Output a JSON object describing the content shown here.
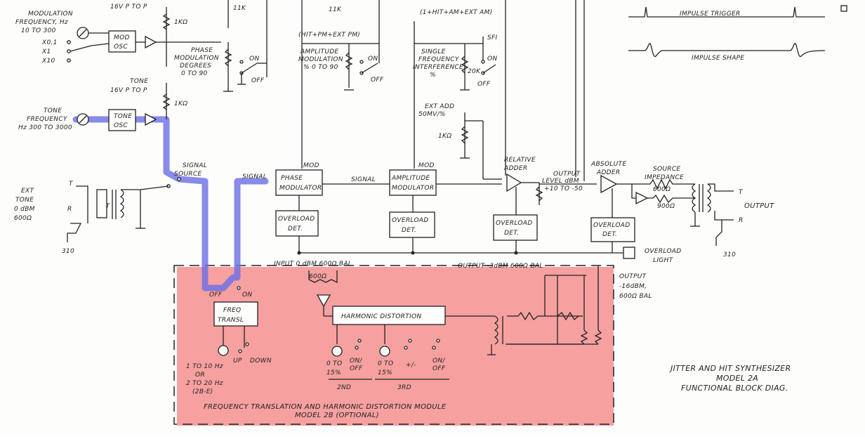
{
  "title": {
    "line1": "JITTER AND HIT SYNTHESIZER",
    "line2": "MODEL 2A",
    "line3": "FUNCTIONAL BLOCK DIAG."
  },
  "colors": {
    "highlight_path": "#6a6ee6",
    "module_region": "#f58f8f",
    "ink": "#222222",
    "paper": "#fdfdfb"
  },
  "labels": {
    "mod_freq": [
      "MODULATION",
      "FREQUENCY, Hz",
      "10 TO 300"
    ],
    "mod_freq_ranges": [
      "X0.1",
      "X1",
      "X10"
    ],
    "mod_osc": [
      "MOD",
      "OSC"
    ],
    "v16_top": "16V P TO P",
    "r1k": "1KΩ",
    "r11k": "11K",
    "phase_mod_deg": [
      "PHASE",
      "MODULATION",
      "DEGREES",
      "0 TO 90"
    ],
    "amp_mod": [
      "AMPLITUDE",
      "MODULATION",
      "% 0 TO 90"
    ],
    "single_freq": [
      "SINGLE",
      "FREQUENCY",
      "INTERFERENCE",
      "%"
    ],
    "sfi": "SFI",
    "r20k": "20K",
    "on": "ON",
    "off": "OFF",
    "hit_pm": "(HIT+PM+EXT PM)",
    "hit_am": "(1+HIT+AM+EXT AM)",
    "tone_src": [
      "TONE",
      "16V P TO P"
    ],
    "tone_freq": [
      "TONE",
      "FREQUENCY",
      "Hz 300 TO 3000"
    ],
    "tone_osc": [
      "TONE",
      "OSC"
    ],
    "ext_add": [
      "EXT ADD",
      "50MV/%"
    ],
    "signal_source": [
      "SIGNAL",
      "SOURCE"
    ],
    "signal": "SIGNAL",
    "mod": "MOD",
    "phase_modulator": [
      "PHASE",
      "MODULATOR"
    ],
    "amp_modulator": [
      "AMPLITUDE",
      "MODULATOR"
    ],
    "overload_det": [
      "OVERLOAD",
      "DET."
    ],
    "relative_adder": [
      "RELATIVE",
      "ADDER"
    ],
    "output_level": [
      "OUTPUT",
      "LEVEL dBM",
      "+10 TO -50"
    ],
    "absolute_adder": [
      "ABSOLUTE",
      "ADDER"
    ],
    "source_impedance": [
      "SOURCE",
      "IMPEDANCE",
      "600Ω"
    ],
    "r900": "900Ω",
    "output": "OUTPUT",
    "overload_light": [
      "OVERLOAD",
      "LIGHT"
    ],
    "jack": "310",
    "t": "T",
    "r": "R",
    "ext_tone": [
      "EXT",
      "TONE",
      "0 dBM",
      "600Ω"
    ],
    "ct": "CT",
    "impulse_trigger": "IMPULSE TRIGGER",
    "impulse_shape": "IMPULSE SHAPE",
    "input_spec": "INPUT 0 dBM 600Ω BAL",
    "output_spec": "OUTPUT -3dBM 600Ω BAL",
    "output_16": [
      "OUTPUT",
      "-16dBM,",
      "600Ω BAL"
    ],
    "r600": "600Ω",
    "freq_transl": [
      "FREQ",
      "TRANSL"
    ],
    "harmonic_distortion": "HARMONIC DISTORTION",
    "up_down": [
      "UP",
      "DOWN"
    ],
    "freq_range": [
      "1 TO 10 Hz",
      "OR",
      "2 TO 20 Hz",
      "(2B-E)"
    ],
    "pct15": [
      "0 TO",
      "15%"
    ],
    "on_off": [
      "ON/",
      "OFF"
    ],
    "plus_minus": "+/-",
    "order_2nd": "2ND",
    "order_3rd": "3RD",
    "module_caption": [
      "FREQUENCY TRANSLATION AND HARMONIC DISTORTION MODULE",
      "MODEL 2B (OPTIONAL)"
    ]
  }
}
